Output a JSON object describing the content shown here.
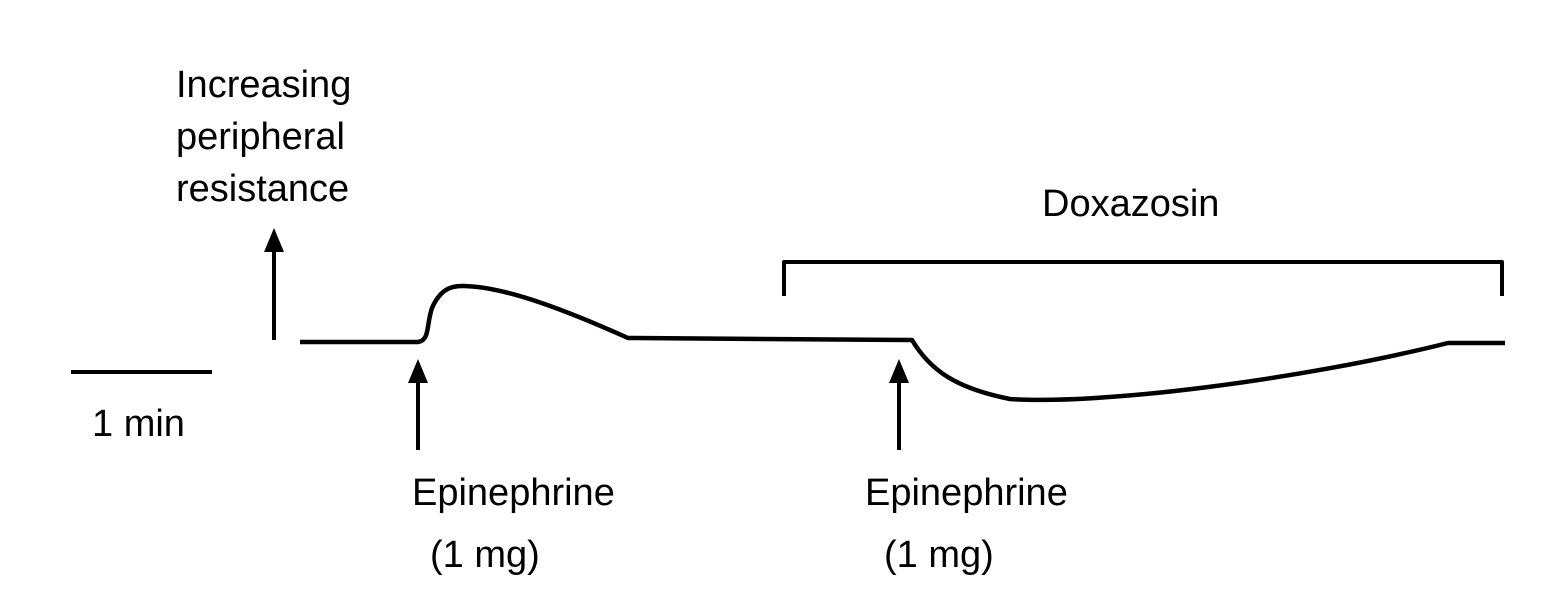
{
  "y_axis": {
    "label_lines": [
      "Increasing",
      "peripheral",
      "resistance"
    ],
    "direction_icon": "arrow-up-icon"
  },
  "scale_bar": {
    "label": "1 min"
  },
  "bracket": {
    "label": "Doxazosin"
  },
  "injections": [
    {
      "drug": "Epinephrine",
      "dose": "(1 mg)",
      "icon": "arrow-up-icon"
    },
    {
      "drug": "Epinephrine",
      "dose": "(1 mg)",
      "icon": "arrow-up-icon"
    }
  ],
  "trace": {
    "icon": "resistance-trace",
    "segments": [
      {
        "phase": "baseline",
        "response": "none"
      },
      {
        "phase": "after first epinephrine dose",
        "response": "increase"
      },
      {
        "phase": "baseline",
        "response": "none"
      },
      {
        "phase": "after second epinephrine dose with doxazosin",
        "response": "decrease"
      }
    ]
  },
  "colors": {
    "background": "#ffffff",
    "ink": "#000000"
  }
}
